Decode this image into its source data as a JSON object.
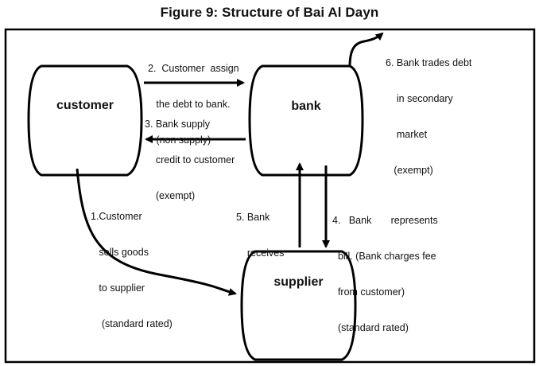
{
  "title": "Figure 9: Structure of Bai Al Dayn",
  "nodes": {
    "customer": "customer",
    "bank": "bank",
    "supplier": "supplier"
  },
  "edges": [
    {
      "id": "1",
      "from": "customer",
      "to": "supplier",
      "lines": [
        "1.Customer",
        "   sells goods",
        "   to supplier",
        "    (standard rated)"
      ]
    },
    {
      "id": "2",
      "from": "customer",
      "to": "bank",
      "lines": [
        "2.  Customer  assign",
        "   the debt to bank.",
        "   (non supply)"
      ]
    },
    {
      "id": "3",
      "from": "bank",
      "to": "customer",
      "lines": [
        "3. Bank supply",
        "    credit to customer",
        "    (exempt)"
      ]
    },
    {
      "id": "4",
      "from": "bank",
      "to": "supplier",
      "lines": [
        "4.   Bank       represents",
        "  bill. (Bank charges fee",
        "  from customer)",
        "  (standard rated)"
      ]
    },
    {
      "id": "5",
      "from": "supplier",
      "to": "bank",
      "lines": [
        "5. Bank",
        "    receives"
      ]
    },
    {
      "id": "6",
      "from": "bank",
      "to": "secondary-market",
      "lines": [
        "6. Bank trades debt",
        "    in secondary",
        "    market",
        "   (exempt)"
      ]
    }
  ]
}
